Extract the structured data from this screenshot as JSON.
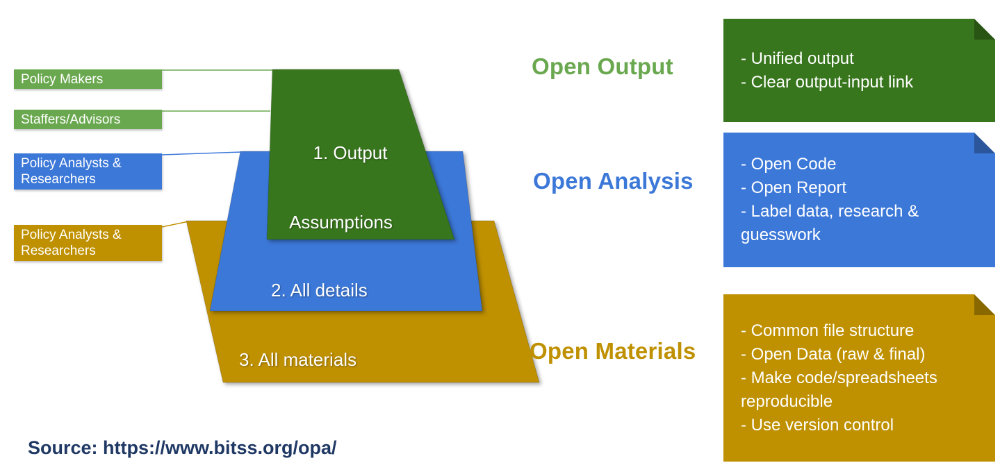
{
  "audience_labels": [
    {
      "label": "Policy Makers",
      "color": "#6aa84f"
    },
    {
      "label": "Staffers/Advisors",
      "color": "#6aa84f"
    },
    {
      "label": "Policy Analysts &\nResearchers",
      "color": "#3c78d8"
    },
    {
      "label": "Policy Analysts &\nResearchers",
      "color": "#bf9000"
    }
  ],
  "funnel": {
    "output_label": "1. Output",
    "assumptions_label": "Assumptions",
    "details_label": "2. All details",
    "materials_label": "3. All materials",
    "layer_colors": {
      "output": "#38761d",
      "analysis": "#3c78d8",
      "materials": "#bf9000"
    }
  },
  "sections": [
    {
      "heading": "Open Output",
      "heading_color": "#6aa84f",
      "box_color": "#38761d",
      "notes": "- Unified output\n- Clear output-input link"
    },
    {
      "heading": "Open Analysis",
      "heading_color": "#3c78d8",
      "box_color": "#3c78d8",
      "notes": "- Open Code\n- Open Report\n- Label data, research &\nguesswork"
    },
    {
      "heading": "Open Materials",
      "heading_color": "#bf9000",
      "box_color": "#bf9000",
      "notes": "- Common file structure\n- Open Data (raw & final)\n- Make code/spreadsheets\nreproducible\n- Use version control"
    }
  ],
  "source_text": "Source: https://www.bitss.org/opa/"
}
